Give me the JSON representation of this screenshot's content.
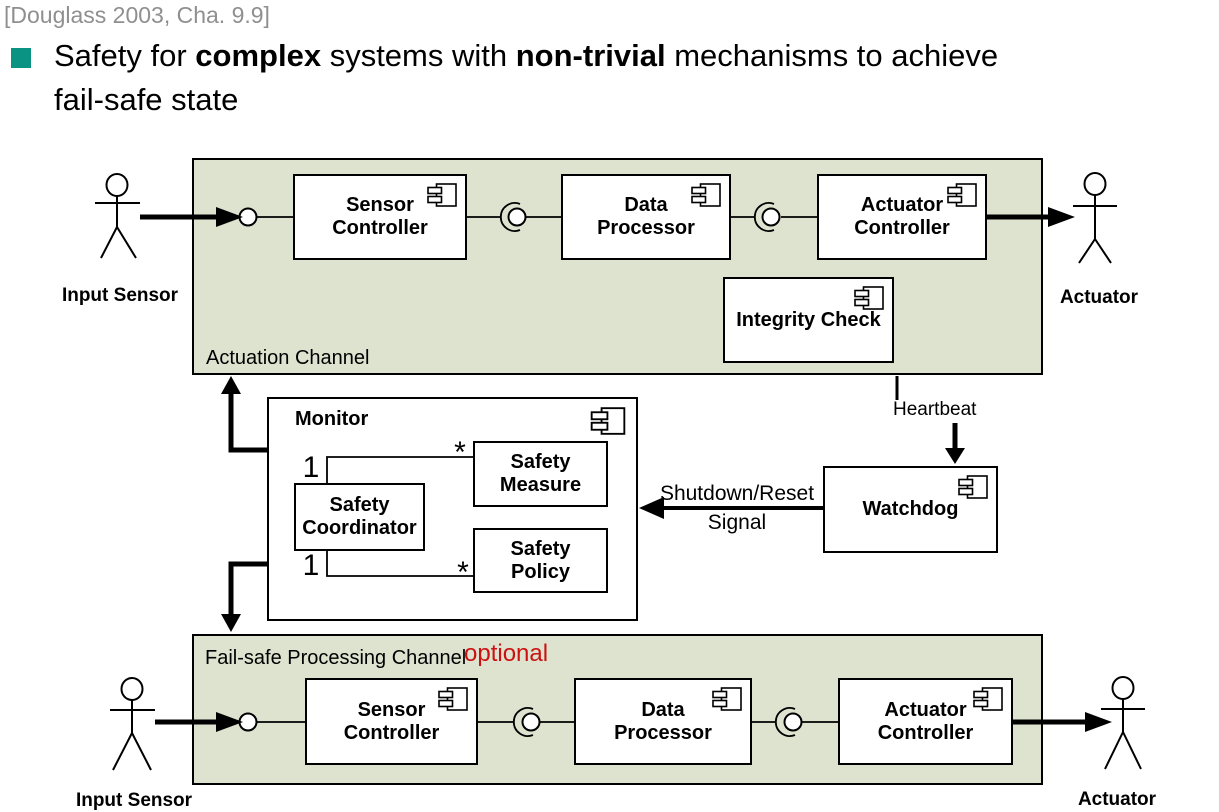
{
  "header": {
    "citation": "[Douglass 2003, Cha. 9.9]"
  },
  "title": {
    "line1_seg1": "Safety for ",
    "line1_seg2_bold": "complex",
    "line1_seg3": " systems with ",
    "line1_seg4_bold": "non-trivial",
    "line1_seg5": " mechanisms to achieve",
    "line2": "fail-safe state"
  },
  "diagram": {
    "actuation_channel": {
      "label": "Actuation Channel",
      "sensor_controller": {
        "line1": "Sensor",
        "line2": "Controller"
      },
      "data_processor": {
        "line1": "Data",
        "line2": "Processor"
      },
      "actuator_controller": {
        "line1": "Actuator",
        "line2": "Controller"
      },
      "integrity_check": {
        "label": "Integrity Check"
      }
    },
    "failsafe_channel": {
      "label": "Fail-safe Processing Channel",
      "optional": "optional",
      "sensor_controller": {
        "line1": "Sensor",
        "line2": "Controller"
      },
      "data_processor": {
        "line1": "Data",
        "line2": "Processor"
      },
      "actuator_controller": {
        "line1": "Actuator",
        "line2": "Controller"
      }
    },
    "monitor": {
      "label": "Monitor",
      "safety_coordinator": {
        "line1": "Safety",
        "line2": "Coordinator"
      },
      "safety_measure": {
        "line1": "Safety",
        "line2": "Measure"
      },
      "safety_policy": {
        "line1": "Safety",
        "line2": "Policy"
      },
      "multiplicity": {
        "top_one": "1",
        "top_many": "*",
        "bottom_one": "1",
        "bottom_many": "*"
      }
    },
    "watchdog": {
      "label": "Watchdog"
    },
    "labels": {
      "heartbeat": "Heartbeat",
      "shutdown_line1": "Shutdown/Reset",
      "shutdown_line2": "Signal"
    },
    "actors": {
      "top_left": "Input Sensor",
      "top_right": "Actuator",
      "bottom_left": "Input Sensor",
      "bottom_right": "Actuator"
    },
    "colors": {
      "channel_fill": "#dee3d0",
      "optional_red": "#cc1111",
      "bullet_teal": "#0a9382",
      "citation_gray": "#8f8f8f"
    }
  }
}
